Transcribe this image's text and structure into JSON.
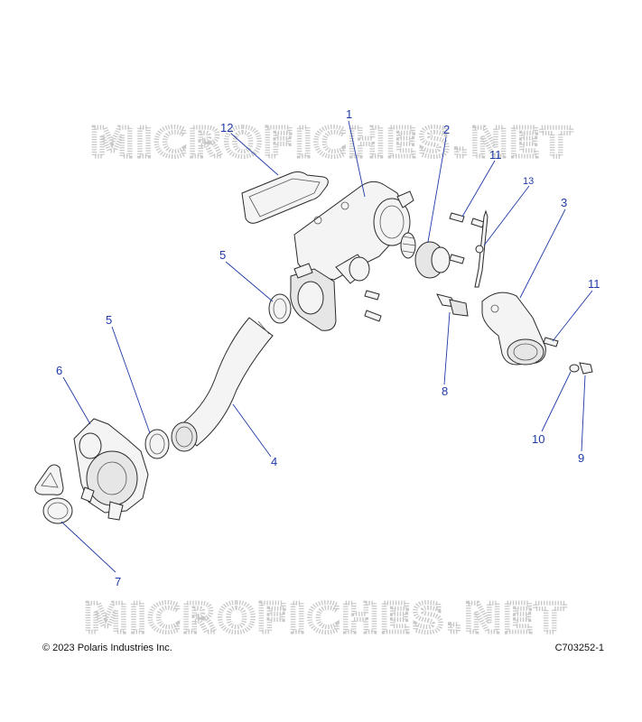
{
  "watermark": "MICROFICHES.NET",
  "footer": {
    "copyright": "© 2023 Polaris Industries Inc.",
    "figure_code": "C703252-1"
  },
  "callouts": {
    "c1": "1",
    "c2": "2",
    "c3": "3",
    "c4": "4",
    "c5a": "5",
    "c5b": "5",
    "c6": "6",
    "c7": "7",
    "c8": "8",
    "c9": "9",
    "c10": "10",
    "c11a": "11",
    "c11b": "11",
    "c12": "12",
    "c13": "13"
  },
  "colors": {
    "callout": "#1f3aa8",
    "watermark": "#c8c8c8"
  }
}
